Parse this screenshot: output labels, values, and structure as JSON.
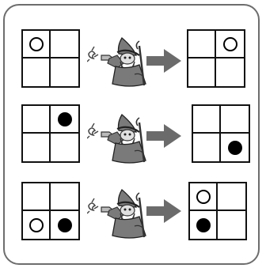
{
  "rows": [
    {
      "input": {
        "cells": [
          "white",
          "empty",
          "empty",
          "empty"
        ]
      },
      "output": {
        "cells": [
          "empty",
          "white",
          "empty",
          "empty"
        ]
      }
    },
    {
      "input": {
        "cells": [
          "empty",
          "black",
          "empty",
          "empty"
        ]
      },
      "output": {
        "cells": [
          "empty",
          "empty",
          "empty",
          "black"
        ]
      }
    },
    {
      "input": {
        "cells": [
          "empty",
          "empty",
          "white",
          "black"
        ]
      },
      "output": {
        "cells": [
          "white",
          "empty",
          "black",
          "empty"
        ]
      }
    }
  ],
  "icons": {
    "wizard": "wizard-casting-spell-icon",
    "arrow": "right-arrow-icon"
  },
  "colors": {
    "panel_border": "#6d6d6d",
    "grid_line": "#111111",
    "arrow": "#6b6b6b",
    "wizard_robe": "#7a7a7a"
  }
}
